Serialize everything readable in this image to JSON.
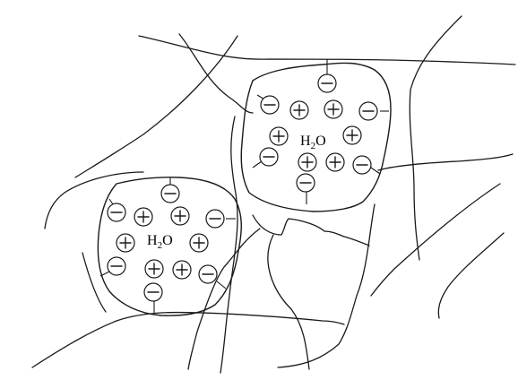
{
  "colors": {
    "line": "#1a1a1a",
    "background": "#ffffff"
  },
  "clusters": [
    {
      "id": "upper",
      "label": {
        "main": "H",
        "sub": "2",
        "tail": "O"
      }
    },
    {
      "id": "lower",
      "label": {
        "main": "H",
        "sub": "2",
        "tail": "O"
      }
    }
  ],
  "ion_types": [
    "positive-ion",
    "negative-ion"
  ]
}
